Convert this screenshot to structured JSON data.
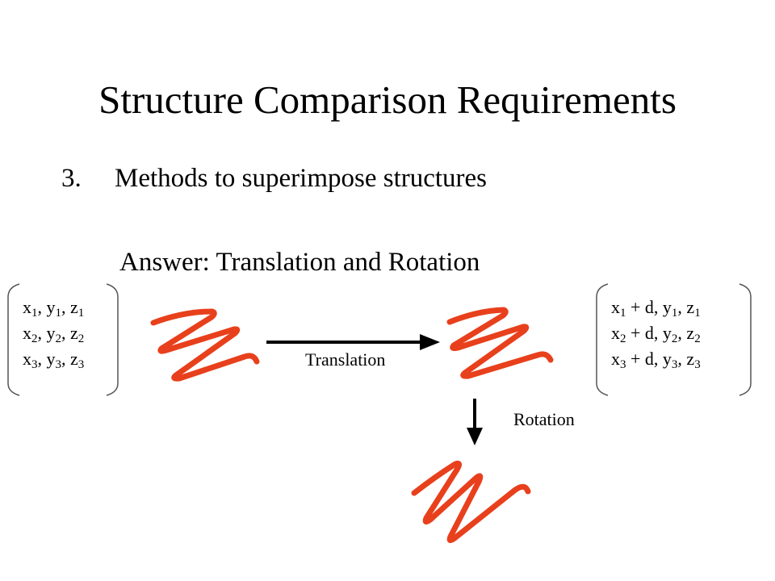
{
  "slide": {
    "title": "Structure Comparison Requirements",
    "item_number": "3.",
    "item_text": "Methods to superimpose structures",
    "answer": "Answer: Translation and Rotation"
  },
  "coords_left": [
    [
      {
        "t": "x"
      },
      {
        "s": "1"
      },
      {
        "t": ", y"
      },
      {
        "s": "1"
      },
      {
        "t": ", z"
      },
      {
        "s": "1"
      }
    ],
    [
      {
        "t": "x"
      },
      {
        "s": "2"
      },
      {
        "t": ", y"
      },
      {
        "s": "2"
      },
      {
        "t": ", z"
      },
      {
        "s": "2"
      }
    ],
    [
      {
        "t": "x"
      },
      {
        "s": "3"
      },
      {
        "t": ", y"
      },
      {
        "s": "3"
      },
      {
        "t": ", z"
      },
      {
        "s": "3"
      }
    ]
  ],
  "coords_right": [
    [
      {
        "t": "x"
      },
      {
        "s": "1"
      },
      {
        "t": " + d, y"
      },
      {
        "s": "1"
      },
      {
        "t": ", z"
      },
      {
        "s": "1"
      }
    ],
    [
      {
        "t": "x"
      },
      {
        "s": "2"
      },
      {
        "t": " + d, y"
      },
      {
        "s": "2"
      },
      {
        "t": ", z"
      },
      {
        "s": "2"
      }
    ],
    [
      {
        "t": "x"
      },
      {
        "s": "3"
      },
      {
        "t": " + d, y"
      },
      {
        "s": "3"
      },
      {
        "t": ", z"
      },
      {
        "s": "3"
      }
    ]
  ],
  "labels": {
    "translation": "Translation",
    "rotation": "Rotation"
  },
  "colors": {
    "structure": "#e8401c",
    "arrow": "#000000",
    "bracket": "#555555"
  }
}
